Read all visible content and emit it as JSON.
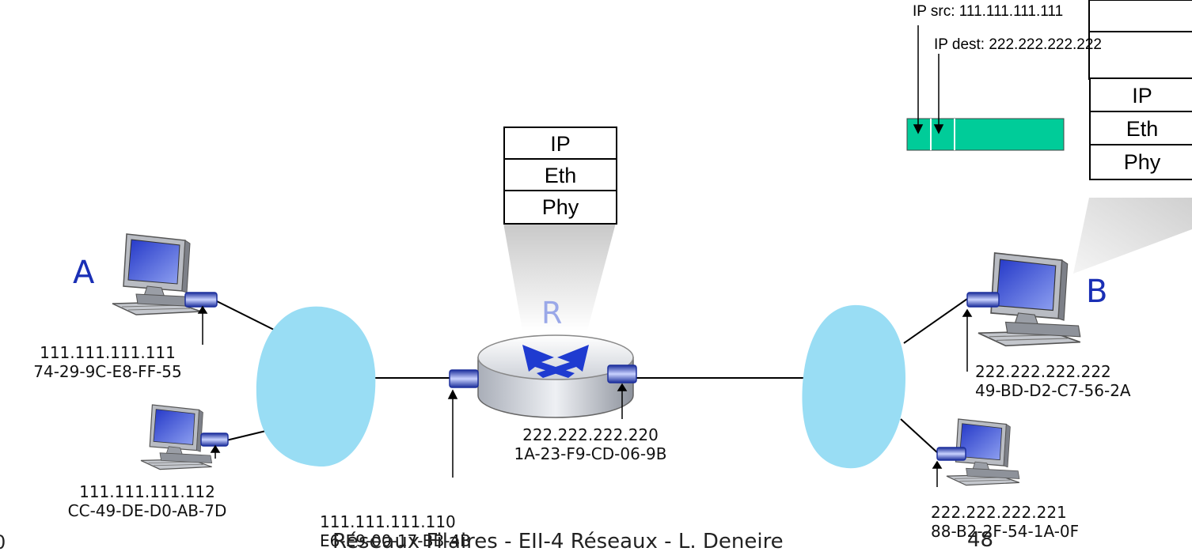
{
  "hosts": {
    "A": {
      "letter": "A",
      "ip": "111.111.111.111",
      "mac": "74-29-9C-E8-FF-55"
    },
    "A2": {
      "ip": "111.111.111.112",
      "mac": "CC-49-DE-D0-AB-7D"
    },
    "B": {
      "letter": "B",
      "ip": "222.222.222.222",
      "mac": "49-BD-D2-C7-56-2A"
    },
    "B2": {
      "ip": "222.222.222.221",
      "mac": "88-B2-2F-54-1A-0F"
    }
  },
  "router": {
    "letter": "R",
    "left_if": {
      "ip": "111.111.111.110",
      "mac": "E6-E9-00-17-BB-4B"
    },
    "right_if": {
      "ip": "222.222.222.220",
      "mac": "1A-23-F9-CD-06-9B"
    }
  },
  "router_stack": [
    "IP",
    "Eth",
    "Phy"
  ],
  "host_b_stack": [
    "IP",
    "Eth",
    "Phy"
  ],
  "datagram": {
    "src_label": "IP src: 111.111.111.111",
    "dest_label": "IP dest: 222.222.222.222",
    "color": "#00cc99"
  },
  "colors": {
    "cloud": "#99ddf4",
    "interface": "#1c2f9c",
    "host_letter": "#1a2fb5"
  },
  "footer": {
    "title": "Réseaux Filaires - EII-4 Réseaux - L. Deneire",
    "page": "48",
    "left_fragment": "0"
  }
}
